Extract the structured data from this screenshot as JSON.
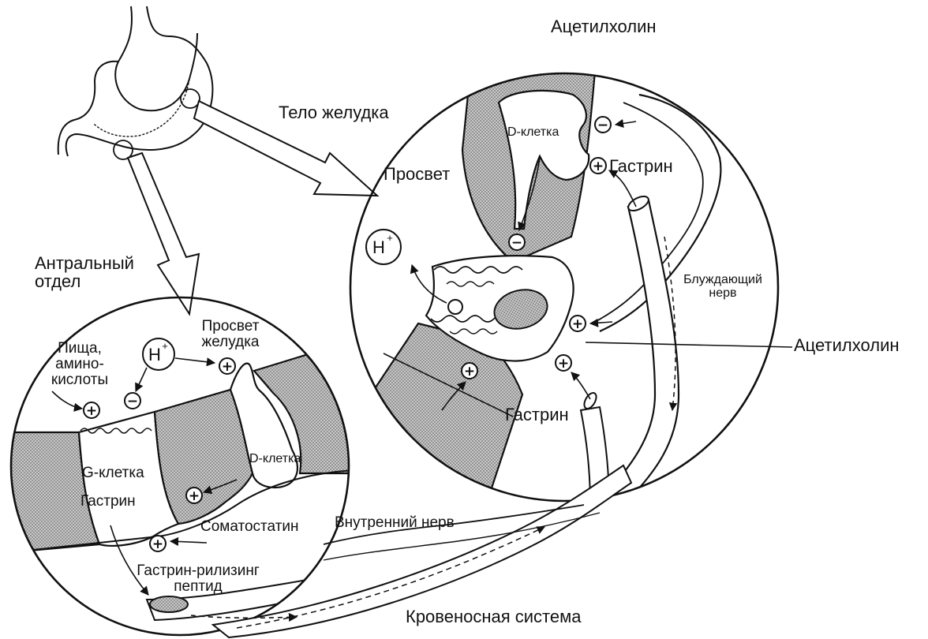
{
  "labels": {
    "telo": "Тело желудка",
    "acetyl_top": "Ацетилхолин",
    "d_cell_right": "D-клетка",
    "gastrin_right_top": "Гастрин",
    "prosvet_right": "Просвет",
    "h_plus_symbol": "H",
    "h_plus_sup": "+",
    "vagus": "Блуждающий\nнерв",
    "acetyl_right": "Ацетилхолин",
    "gastrin_right_bottom": "Гастрин",
    "antral": "Антральный\nотдел",
    "prosvet_left": "Просвет\nжелудка",
    "food": "Пища,\nамино-\nкислоты",
    "d_cell_left": "D-клетка",
    "g_cell": "G-клетка",
    "gastrin_left": "Гастрин",
    "somatostatin": "Соматостатин",
    "intrinsic_nerve": "Внутренний нерв",
    "grp": "Гастрин-рилизинг\nпептид",
    "blood": "Кровеносная система"
  },
  "signs": {
    "plus": "+",
    "minus": "−"
  },
  "colors": {
    "ink": "#111111",
    "dot_fill": "#9a9a9a",
    "paper": "#ffffff"
  }
}
